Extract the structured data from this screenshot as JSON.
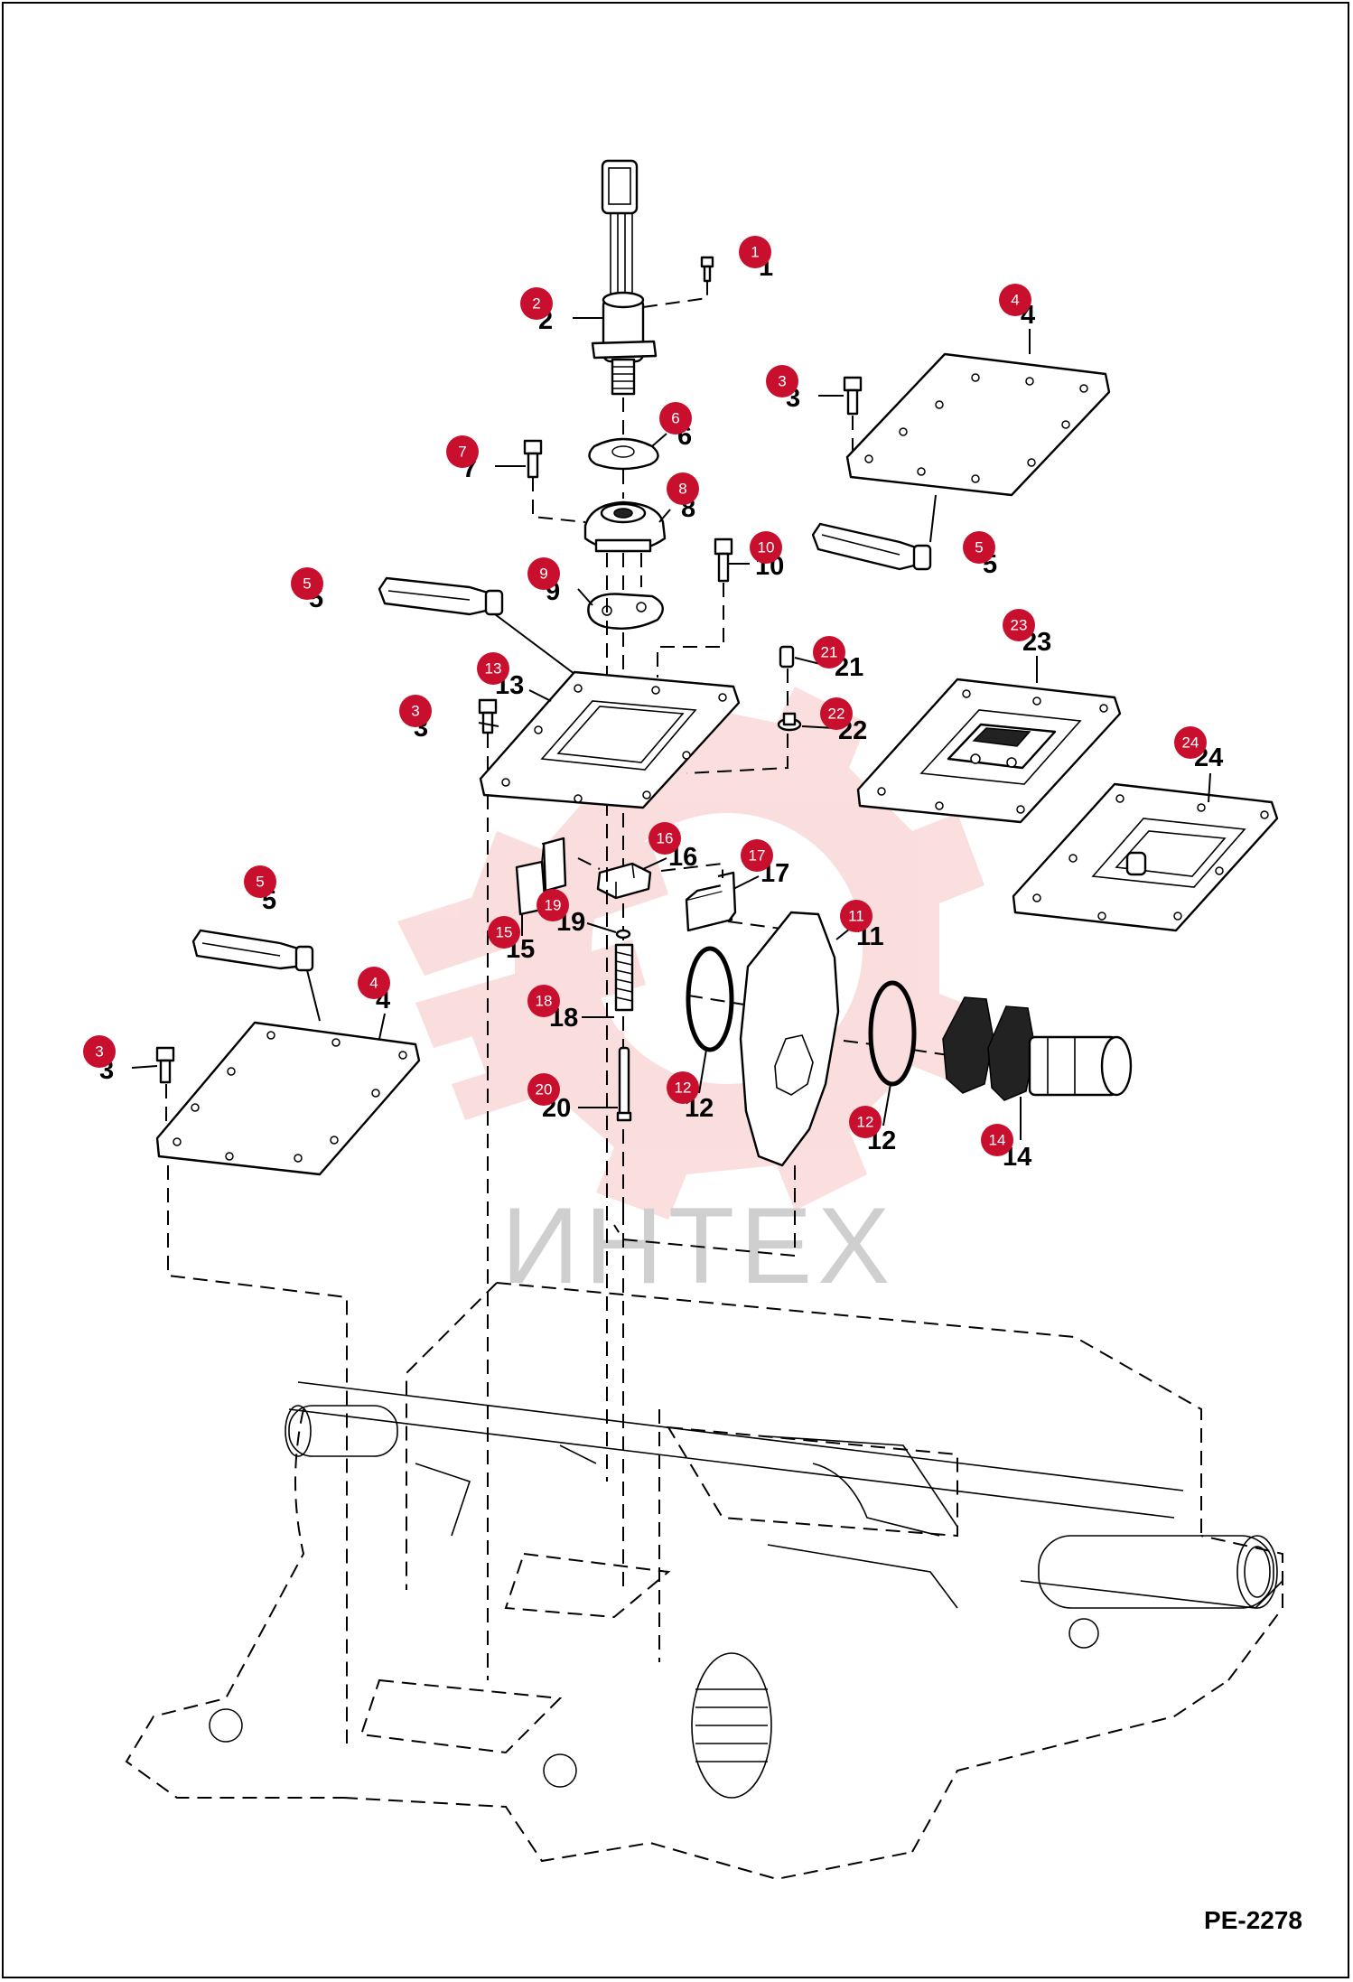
{
  "drawing_code": "PE-2278",
  "watermark": "ИНТЕХ",
  "callouts": [
    {
      "id": "c1",
      "text": "1"
    },
    {
      "id": "c2",
      "text": "2"
    },
    {
      "id": "c3a",
      "text": "3"
    },
    {
      "id": "c3b",
      "text": "3"
    },
    {
      "id": "c3c",
      "text": "3"
    },
    {
      "id": "c4a",
      "text": "4"
    },
    {
      "id": "c4b",
      "text": "4"
    },
    {
      "id": "c5a",
      "text": "5"
    },
    {
      "id": "c5b",
      "text": "5"
    },
    {
      "id": "c5c",
      "text": "5"
    },
    {
      "id": "c6",
      "text": "6"
    },
    {
      "id": "c7",
      "text": "7"
    },
    {
      "id": "c8",
      "text": "8"
    },
    {
      "id": "c9",
      "text": "9"
    },
    {
      "id": "c10",
      "text": "10"
    },
    {
      "id": "c11",
      "text": "11"
    },
    {
      "id": "c12a",
      "text": "12"
    },
    {
      "id": "c12b",
      "text": "12"
    },
    {
      "id": "c13",
      "text": "13"
    },
    {
      "id": "c14",
      "text": "14"
    },
    {
      "id": "c15",
      "text": "15"
    },
    {
      "id": "c16",
      "text": "16"
    },
    {
      "id": "c17",
      "text": "17"
    },
    {
      "id": "c18",
      "text": "18"
    },
    {
      "id": "c19",
      "text": "19"
    },
    {
      "id": "c20",
      "text": "20"
    },
    {
      "id": "c21",
      "text": "21"
    },
    {
      "id": "c22",
      "text": "22"
    },
    {
      "id": "c23",
      "text": "23"
    },
    {
      "id": "c24",
      "text": "24"
    }
  ]
}
